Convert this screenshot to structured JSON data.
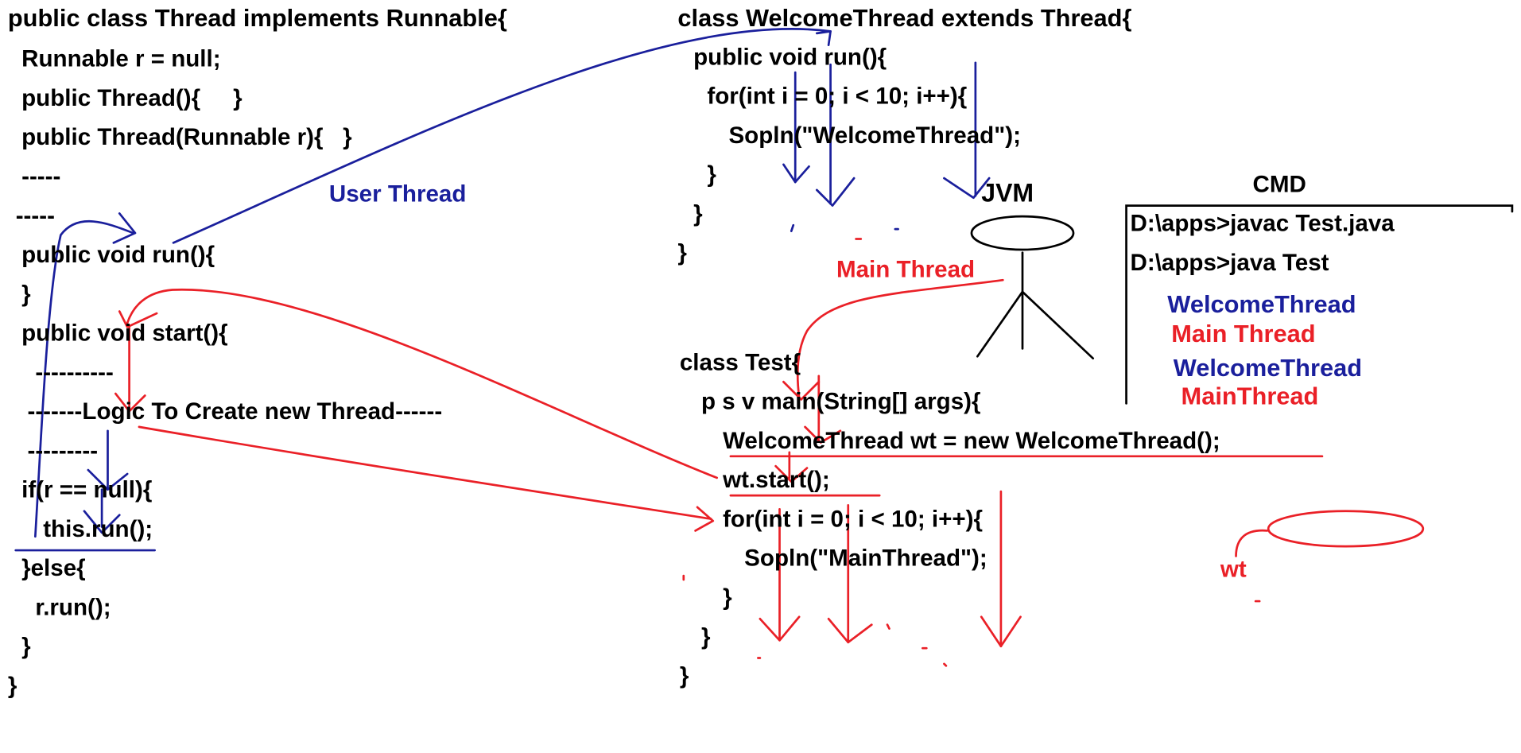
{
  "thread_class": {
    "lines": [
      "public class Thread implements Runnable{",
      "Runnable r = null;",
      "public Thread(){     }",
      "public Thread(Runnable r){   }",
      "-----",
      "-----",
      "public void run(){",
      "}",
      "public void start(){",
      "----------",
      "-------Logic To Create new Thread------",
      "---------",
      "if(r == null){",
      "this.run();",
      "}else{",
      "r.run();",
      "}",
      "}"
    ]
  },
  "welcome_class": {
    "lines": [
      "class WelcomeThread extends Thread{",
      "public void run(){",
      "for(int i = 0; i < 10; i++){",
      "Sopln(\"WelcomeThread\");",
      "}",
      "}",
      "}"
    ]
  },
  "test_class": {
    "lines": [
      "class Test{",
      "p s v main(String[] args){",
      "WelcomeThread wt = new WelcomeThread();",
      "wt.start();",
      "for(int i = 0; i < 10; i++){",
      "Sopln(\"MainThread\");",
      "}",
      "}",
      "}"
    ]
  },
  "annotations": {
    "user_thread": "User Thread",
    "main_thread": "Main Thread",
    "jvm": "JVM",
    "wt": "wt"
  },
  "cmd": {
    "title": "CMD",
    "lines": [
      "D:\\apps>javac Test.java",
      "D:\\apps>java Test"
    ],
    "output": [
      {
        "text": "WelcomeThread",
        "color": "#1a1f9c"
      },
      {
        "text": "Main Thread",
        "color": "#ea2027"
      },
      {
        "text": "WelcomeThread",
        "color": "#1a1f9c"
      },
      {
        "text": "MainThread",
        "color": "#ea2027"
      }
    ]
  },
  "colors": {
    "user_thread": "#1a1f9c",
    "main_thread": "#ea2027",
    "code": "#000000"
  }
}
